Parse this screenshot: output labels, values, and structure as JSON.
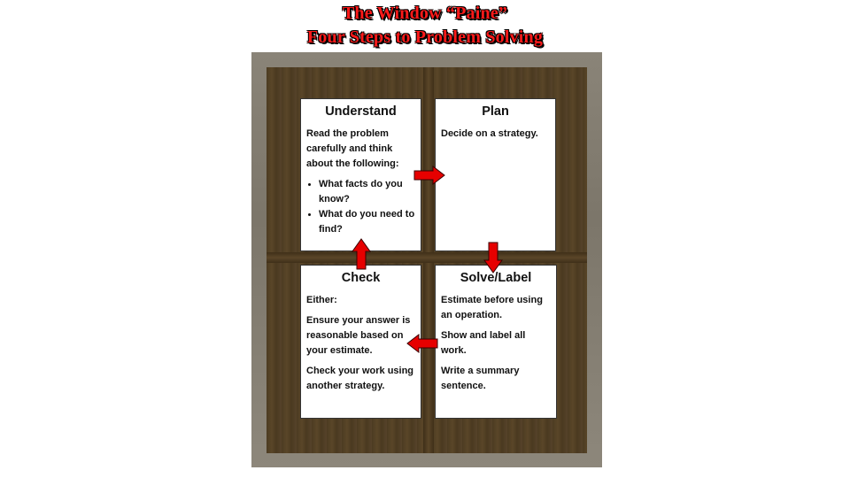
{
  "title": {
    "line1": "The Window “Paine”",
    "line2": "Four Steps to Problem Solving"
  },
  "panes": {
    "understand": {
      "title": "Understand",
      "intro": "Read the problem carefully and think about the following:",
      "bullets": [
        "What facts do you know?",
        "What do you need to find?"
      ]
    },
    "plan": {
      "title": "Plan",
      "text": "Decide on a strategy."
    },
    "solve": {
      "title": "Solve/Label",
      "items": [
        "Estimate before using an operation.",
        "Show and label all work.",
        "Write a summary sentence."
      ]
    },
    "check": {
      "title": "Check",
      "items": [
        "Either:",
        "Ensure your answer is reasonable based on your estimate.",
        "Check your work using another strategy."
      ]
    }
  },
  "colors": {
    "title": "#ff1a1a",
    "arrow": "#e60000",
    "frame_wood": "#4c3b22",
    "frame_outer": "#8a8478"
  },
  "icons": [
    "arrow-right-icon",
    "arrow-down-icon",
    "arrow-left-icon",
    "arrow-up-icon"
  ]
}
